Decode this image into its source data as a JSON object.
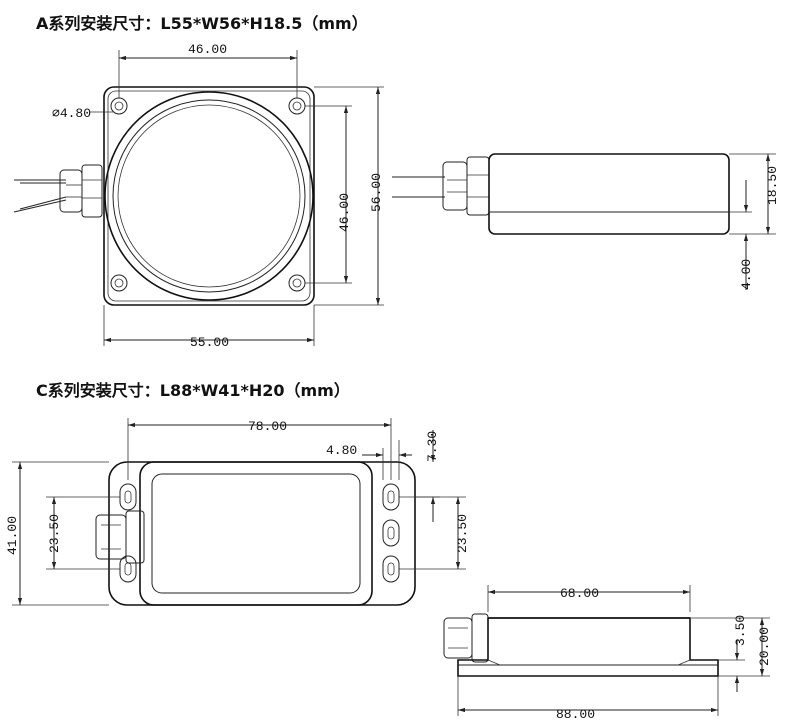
{
  "section_a": {
    "title": "A系列安装尺寸：L55*W56*H18.5（mm）",
    "dims": {
      "top_width": "46.00",
      "hole": "⌀4.80",
      "bottom_width": "55.00",
      "inner_height": "46.00",
      "outer_height": "56.00",
      "side_height": "18.50",
      "side_base": "4.00"
    }
  },
  "section_c": {
    "title": "C系列安装尺寸：L88*W41*H20（mm）",
    "dims": {
      "top_width": "78.00",
      "slot_width": "4.80",
      "slot_offset": "7.30",
      "total_height": "41.00",
      "left_height": "23.50",
      "right_height": "23.50",
      "side_top_width": "68.00",
      "side_flange": "3.50",
      "side_height": "20.00",
      "side_bottom_width": "88.00"
    }
  },
  "colors": {
    "line": "#222222",
    "background": "#ffffff"
  }
}
